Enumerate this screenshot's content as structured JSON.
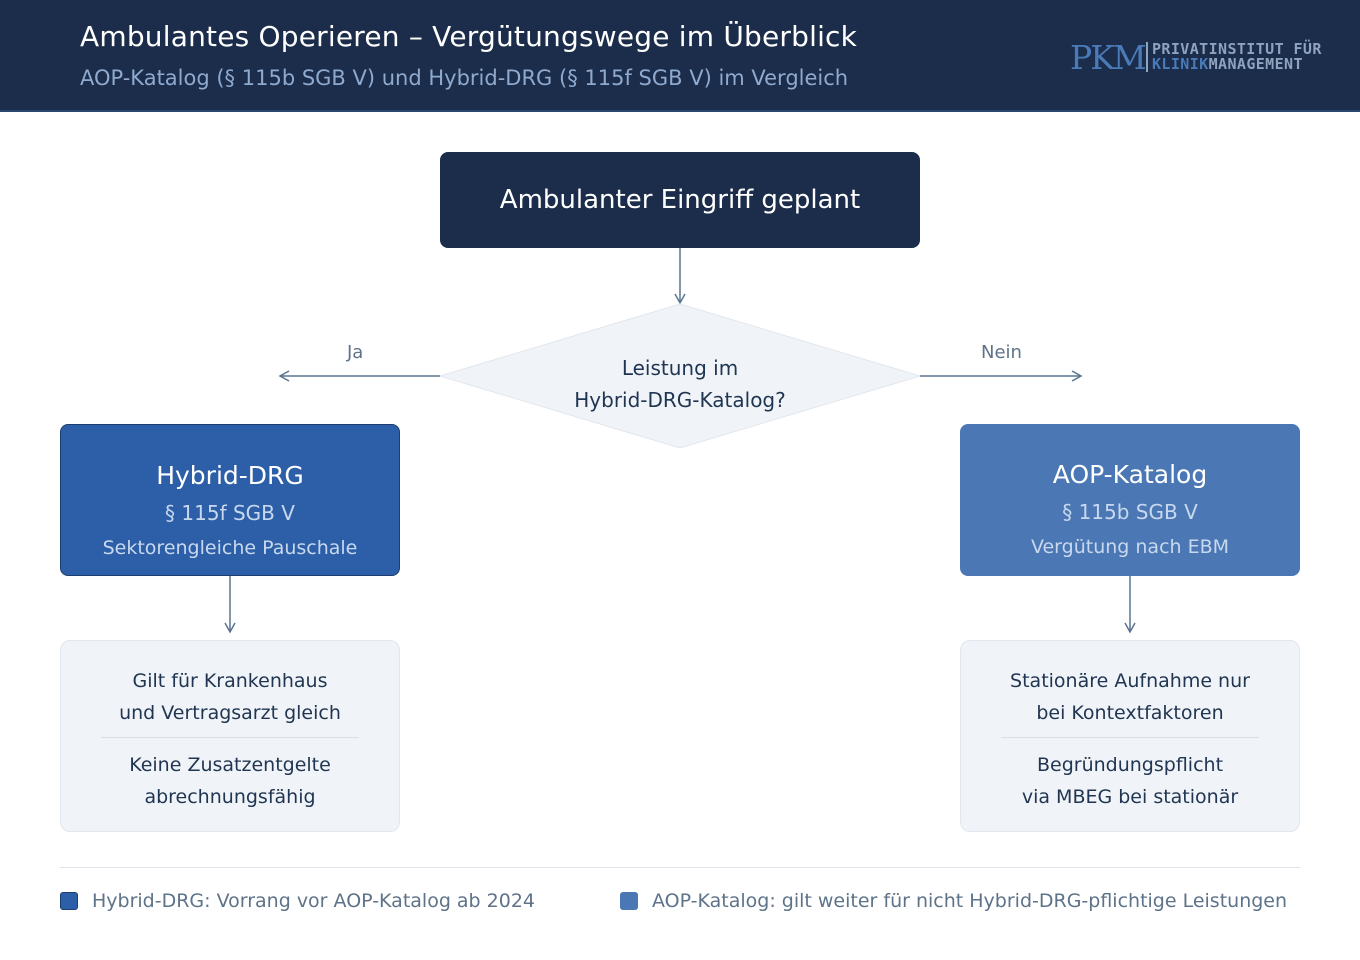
{
  "header": {
    "title": "Ambulantes Operieren – Vergütungswege im Überblick",
    "subtitle": "AOP-Katalog (§ 115b SGB V) und Hybrid-DRG (§ 115f SGB V) im Vergleich",
    "logo": {
      "mark": "PKM",
      "line1": "PRIVATINSTITUT FÜR",
      "line2_accent": "KLINIK",
      "line2_rest": "MANAGEMENT"
    }
  },
  "flow": {
    "start": "Ambulanter Eingriff geplant",
    "decision_line1": "Leistung im",
    "decision_line2": "Hybrid-DRG-Katalog?",
    "yes_label": "Ja",
    "no_label": "Nein",
    "hybrid": {
      "title": "Hybrid-DRG",
      "law": "§ 115f SGB V",
      "desc": "Sektorengleiche Pauschale",
      "info1_line1": "Gilt für Krankenhaus",
      "info1_line2": "und Vertragsarzt gleich",
      "info2_line1": "Keine Zusatzentgelte",
      "info2_line2": "abrechnungsfähig"
    },
    "aop": {
      "title": "AOP-Katalog",
      "law": "§ 115b SGB V",
      "desc": "Vergütung nach EBM",
      "info1_line1": "Stationäre Aufnahme nur",
      "info1_line2": "bei Kontextfaktoren",
      "info2_line1": "Begründungspflicht",
      "info2_line2": "via MBEG bei stationär"
    }
  },
  "legend": [
    {
      "label": "Hybrid-DRG: Vorrang vor AOP-Katalog ab 2024",
      "color": "#2d5fa8"
    },
    {
      "label": "AOP-Katalog: gilt weiter für nicht Hybrid-DRG-pflichtige Leistungen",
      "color": "#4b78b4"
    }
  ],
  "colors": {
    "navy": "#1b2d4a",
    "hybrid_blue": "#2d5fa8",
    "aop_blue": "#4b78b4",
    "connector": "#5a7591"
  }
}
